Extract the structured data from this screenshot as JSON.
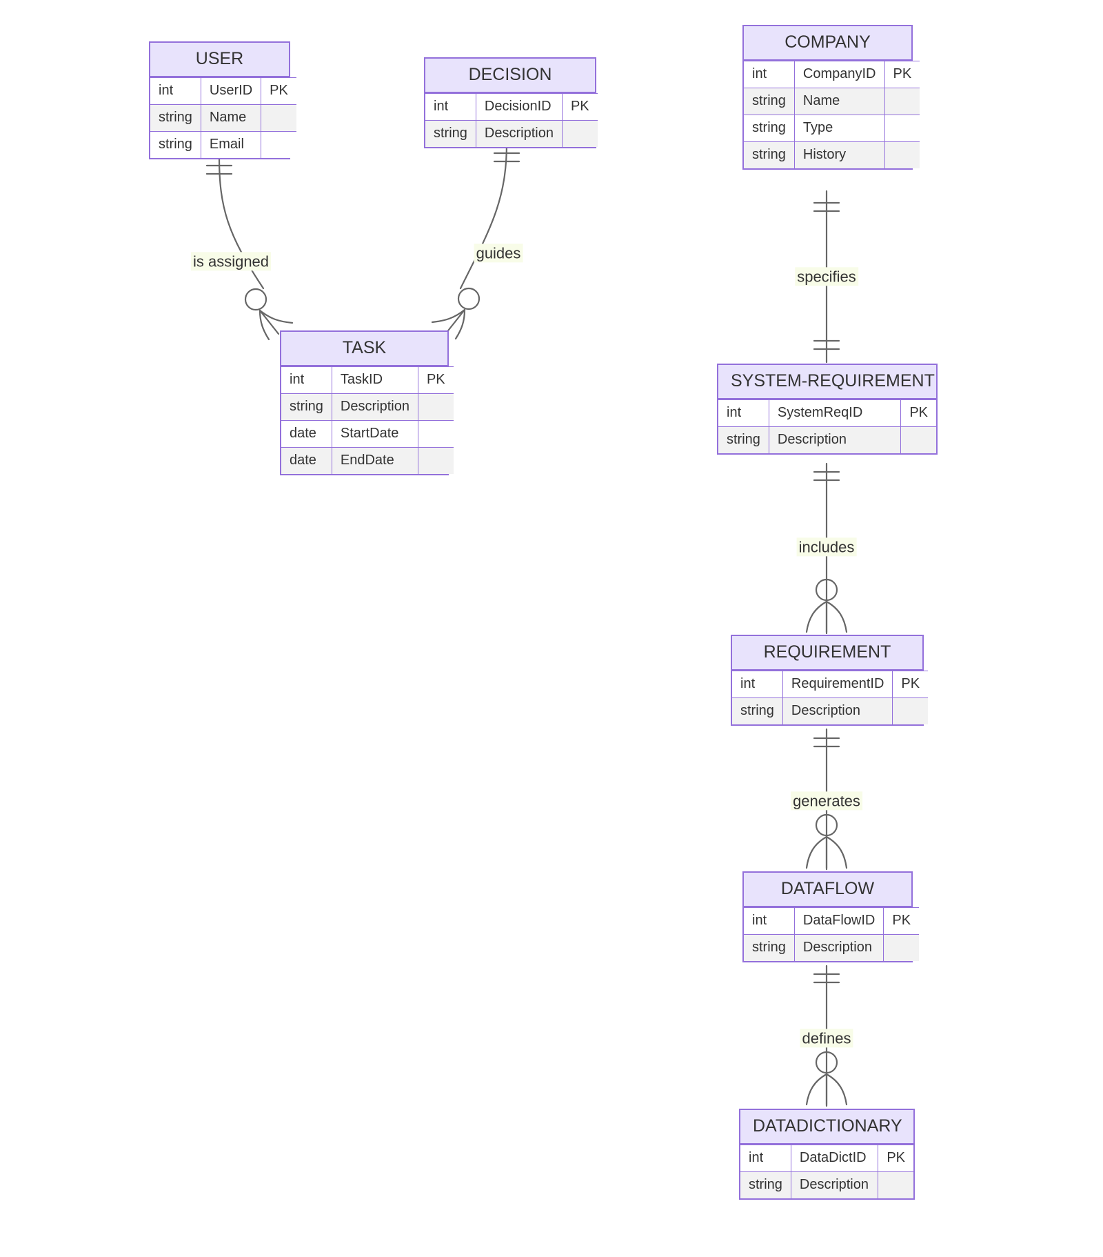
{
  "diagram": {
    "type": "entity-relationship-diagram",
    "notation": "crows-foot",
    "colors": {
      "entity_border": "#9370db",
      "entity_header_bg": "#e8e3fc",
      "row_alt_bg": "#f2f2f2",
      "row_bg": "#ffffff",
      "edge_stroke": "#666666",
      "label_bg": "#f8fce8",
      "text": "#333333",
      "canvas_bg": "#ffffff"
    },
    "columns": [
      "type",
      "name",
      "key"
    ]
  },
  "entities": {
    "user": {
      "title": "USER",
      "attributes": [
        {
          "type": "int",
          "name": "UserID",
          "key": "PK"
        },
        {
          "type": "string",
          "name": "Name",
          "key": ""
        },
        {
          "type": "string",
          "name": "Email",
          "key": ""
        }
      ]
    },
    "decision": {
      "title": "DECISION",
      "attributes": [
        {
          "type": "int",
          "name": "DecisionID",
          "key": "PK"
        },
        {
          "type": "string",
          "name": "Description",
          "key": ""
        }
      ]
    },
    "task": {
      "title": "TASK",
      "attributes": [
        {
          "type": "int",
          "name": "TaskID",
          "key": "PK"
        },
        {
          "type": "string",
          "name": "Description",
          "key": ""
        },
        {
          "type": "date",
          "name": "StartDate",
          "key": ""
        },
        {
          "type": "date",
          "name": "EndDate",
          "key": ""
        }
      ]
    },
    "company": {
      "title": "COMPANY",
      "attributes": [
        {
          "type": "int",
          "name": "CompanyID",
          "key": "PK"
        },
        {
          "type": "string",
          "name": "Name",
          "key": ""
        },
        {
          "type": "string",
          "name": "Type",
          "key": ""
        },
        {
          "type": "string",
          "name": "History",
          "key": ""
        }
      ]
    },
    "system_requirement": {
      "title": "SYSTEM-REQUIREMENT",
      "attributes": [
        {
          "type": "int",
          "name": "SystemReqID",
          "key": "PK"
        },
        {
          "type": "string",
          "name": "Description",
          "key": ""
        }
      ]
    },
    "requirement": {
      "title": "REQUIREMENT",
      "attributes": [
        {
          "type": "int",
          "name": "RequirementID",
          "key": "PK"
        },
        {
          "type": "string",
          "name": "Description",
          "key": ""
        }
      ]
    },
    "dataflow": {
      "title": "DATAFLOW",
      "attributes": [
        {
          "type": "int",
          "name": "DataFlowID",
          "key": "PK"
        },
        {
          "type": "string",
          "name": "Description",
          "key": ""
        }
      ]
    },
    "datadictionary": {
      "title": "DATADICTIONARY",
      "attributes": [
        {
          "type": "int",
          "name": "DataDictID",
          "key": "PK"
        },
        {
          "type": "string",
          "name": "Description",
          "key": ""
        }
      ]
    }
  },
  "relationships": [
    {
      "id": "user-task",
      "label": "is assigned",
      "from": "USER",
      "to": "TASK",
      "from_cardinality": "exactly-one",
      "to_cardinality": "zero-or-many"
    },
    {
      "id": "decision-task",
      "label": "guides",
      "from": "DECISION",
      "to": "TASK",
      "from_cardinality": "exactly-one",
      "to_cardinality": "zero-or-many"
    },
    {
      "id": "company-sysreq",
      "label": "specifies",
      "from": "COMPANY",
      "to": "SYSTEM-REQUIREMENT",
      "from_cardinality": "exactly-one",
      "to_cardinality": "exactly-one"
    },
    {
      "id": "sysreq-req",
      "label": "includes",
      "from": "SYSTEM-REQUIREMENT",
      "to": "REQUIREMENT",
      "from_cardinality": "exactly-one",
      "to_cardinality": "zero-or-many"
    },
    {
      "id": "req-dataflow",
      "label": "generates",
      "from": "REQUIREMENT",
      "to": "DATAFLOW",
      "from_cardinality": "exactly-one",
      "to_cardinality": "zero-or-many"
    },
    {
      "id": "dataflow-datadict",
      "label": "defines",
      "from": "DATAFLOW",
      "to": "DATADICTIONARY",
      "from_cardinality": "exactly-one",
      "to_cardinality": "zero-or-many"
    }
  ]
}
